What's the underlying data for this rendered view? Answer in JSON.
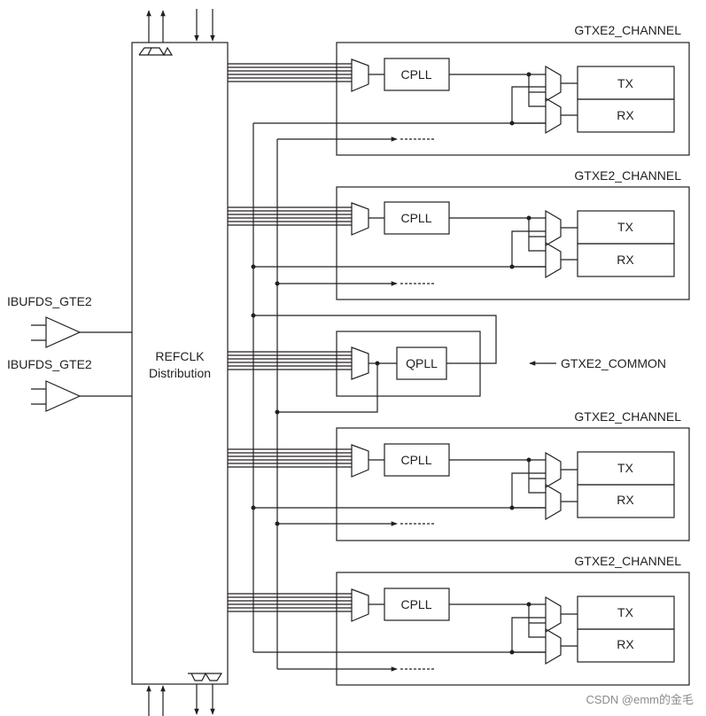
{
  "ibufds_labels": [
    "IBUFDS_GTE2",
    "IBUFDS_GTE2"
  ],
  "refclk": {
    "line1": "REFCLK",
    "line2": "Distribution"
  },
  "channels": [
    {
      "title": "GTXE2_CHANNEL",
      "pll": "CPLL",
      "tx": "TX",
      "rx": "RX"
    },
    {
      "title": "GTXE2_CHANNEL",
      "pll": "CPLL",
      "tx": "TX",
      "rx": "RX"
    },
    {
      "title": "GTXE2_CHANNEL",
      "pll": "CPLL",
      "tx": "TX",
      "rx": "RX"
    },
    {
      "title": "GTXE2_CHANNEL",
      "pll": "CPLL",
      "tx": "TX",
      "rx": "RX"
    }
  ],
  "common": {
    "pll": "QPLL",
    "label": "GTXE2_COMMON"
  },
  "watermark": "CSDN @emm的金毛",
  "colors": {
    "line": "#231f20",
    "background": "#ffffff",
    "watermark": "#8c8c8c"
  }
}
